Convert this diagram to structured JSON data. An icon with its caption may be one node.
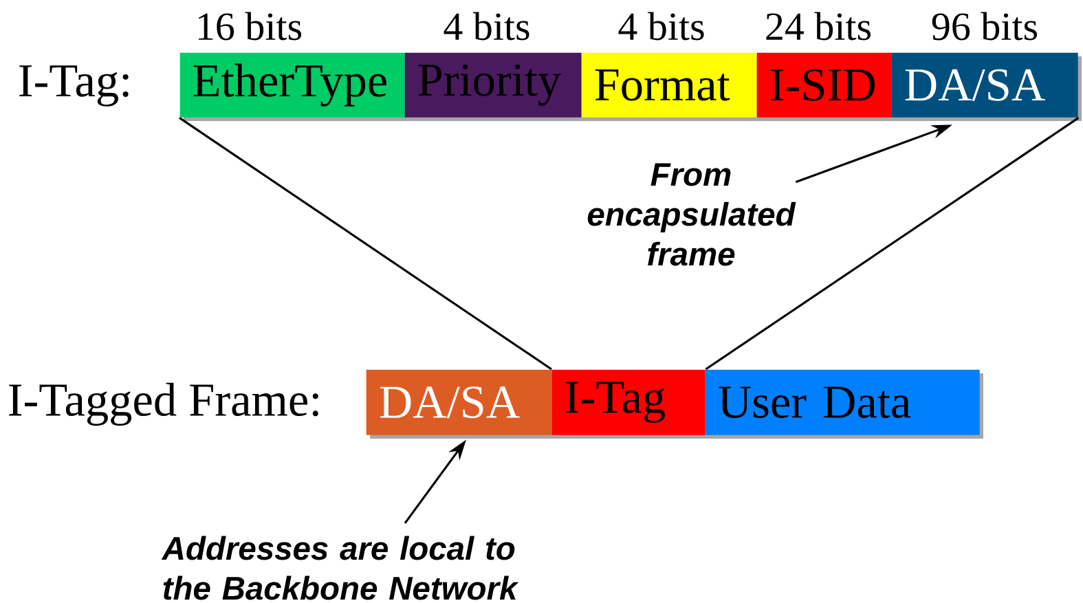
{
  "diagram": {
    "nodes": [
      {
        "text": [
          "EtherType"
        ],
        "beside": [
          "16 bits"
        ]
      },
      {
        "text": [
          "Priority"
        ],
        "beside": [
          "4 bits"
        ]
      },
      {
        "text": [
          "Format"
        ],
        "beside": [
          "4 bits"
        ]
      },
      {
        "text": [
          "I-SID"
        ],
        "beside": [
          "24 bits"
        ]
      },
      {
        "text": [
          "DA/SA"
        ],
        "beside": [
          "96 bits"
        ]
      },
      {
        "text": [
          "DA/SA"
        ]
      },
      {
        "text": [
          "I-Tag"
        ]
      },
      {
        "text": [
          "User Data"
        ]
      },
      {
        "text": [
          "From encapsulated frame"
        ]
      },
      {
        "text": [
          "Addresses are local to the Backbone Network"
        ]
      }
    ],
    "edges": [
      {
        "from": 6,
        "to": 0,
        "arrow": "none"
      },
      {
        "from": 6,
        "to": 4,
        "arrow": "none"
      },
      {
        "from": 8,
        "to": 4,
        "arrow": "to"
      },
      {
        "from": 9,
        "to": 5,
        "arrow": "to"
      }
    ],
    "labels": [
      "I-Tag:",
      "I-Tagged Frame:"
    ]
  }
}
